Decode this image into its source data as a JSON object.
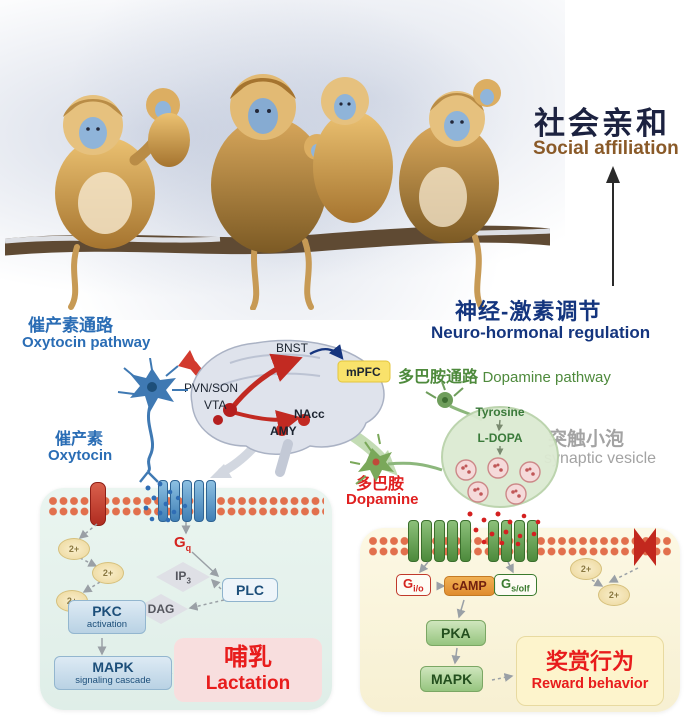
{
  "title": {
    "zh": "社会亲和",
    "en": "Social affiliation"
  },
  "regulation": {
    "zh": "神经-激素调节",
    "en": "Neuro-hormonal regulation"
  },
  "oxytocin_pathway": {
    "zh": "催产素通路",
    "en": "Oxytocin pathway"
  },
  "dopamine_pathway": {
    "zh": "多巴胺通路",
    "en": "Dopamine pathway"
  },
  "oxytocin": {
    "zh": "催产素",
    "en": "Oxytocin"
  },
  "dopamine": {
    "zh": "多巴胺",
    "en": "Dopamine"
  },
  "synaptic_vesicle": {
    "zh": "突触小泡",
    "en": "synaptic vesicle"
  },
  "brain": {
    "bnst": "BNST",
    "mpfc": "mPFC",
    "pvn_son": "PVN/SON",
    "vta": "VTA",
    "nacc": "NAcc",
    "amy": "AMY"
  },
  "synthesis": {
    "tyrosine": "Tyrosine",
    "l_dopa": "L-DOPA"
  },
  "left_panel": {
    "g_base": "G",
    "g_sub": "q",
    "ip_base": "IP",
    "ip_sub": "3",
    "dag": "DAG",
    "plc": "PLC",
    "pkc_title": "PKC",
    "pkc_sub": "activation",
    "mapk_title": "MAPK",
    "mapk_sub": "signaling cascade",
    "outcome_zh": "哺乳",
    "outcome_en": "Lactation",
    "ion": "2+"
  },
  "right_panel": {
    "gi_base": "G",
    "gi_sub": "i/o",
    "camp": "cAMP",
    "gs_base": "G",
    "gs_sub": "s/olf",
    "pka": "PKA",
    "mapk": "MAPK",
    "outcome_zh": "奖赏行为",
    "outcome_en": "Reward behavior",
    "ion": "2+"
  },
  "colors": {
    "blue": "#2a6db5",
    "dark_blue": "#14357e",
    "green": "#4e8a3c",
    "red": "#e02020",
    "brown": "#8a5a28",
    "gray": "#a3a3a3",
    "mpfc_highlight": "#f9e26b",
    "membrane": "#e2704d",
    "panel_left_bg": "#e7f3ee",
    "panel_right_bg": "#fbf6dd"
  }
}
